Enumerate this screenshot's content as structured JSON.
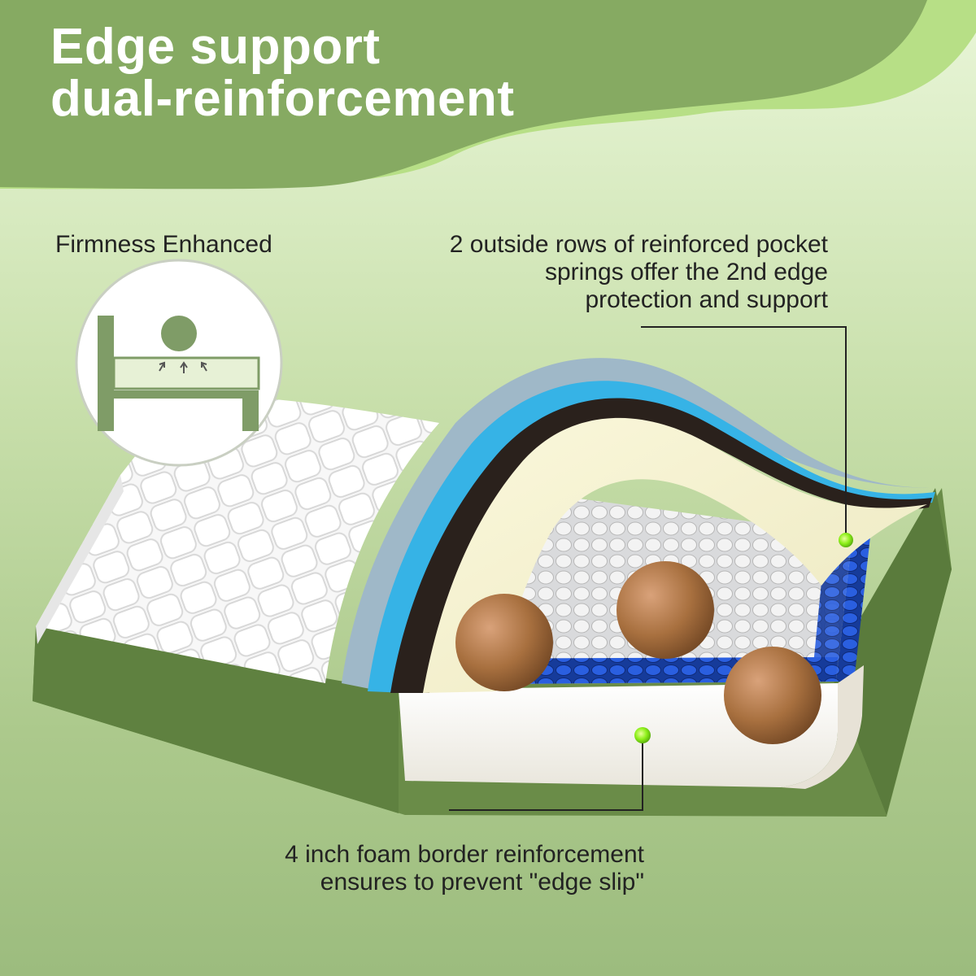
{
  "header": {
    "title_line1": "Edge support",
    "title_line2": "dual-reinforcement"
  },
  "callouts": {
    "firmness": "Firmness Enhanced",
    "springs_line1": "2 outside rows of reinforced pocket",
    "springs_line2": "springs offer the 2nd edge",
    "springs_line3": "protection and support",
    "foam_line1": "4 inch foam border reinforcement",
    "foam_line2": "ensures to prevent \"edge slip\""
  },
  "icons": {
    "firmness_diagram": "bed-edge-pressure-icon",
    "marker": "green-dot-marker-icon"
  },
  "colors": {
    "header_green": "#86aa62",
    "mattress_side_green": "#6a8c48",
    "inner_spring_blue": "#1e4fc6",
    "spring_white": "#eeeeee",
    "foam_cream": "#f4f0cf",
    "marker_green": "#8ef01a",
    "ball_brown": "#a06a3e"
  }
}
